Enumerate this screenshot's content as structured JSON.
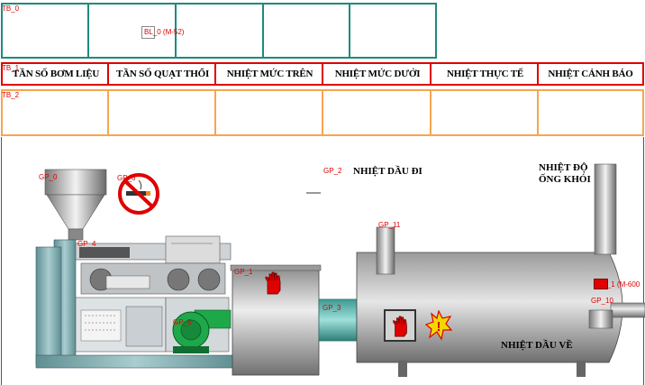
{
  "tags": {
    "tb0": "TB_0",
    "tb1": "TB_1",
    "tb2": "TB_2",
    "bl0": "BL_0 (M-52)",
    "gp0": "GP_0",
    "gp1": "GP_1",
    "gp2": "GP_2",
    "gp3": "GP_3",
    "gp4": "GP_4",
    "gp5": "GP_5",
    "gp6": "GP_6",
    "gp10": "GP_10",
    "gp11": "GP_11",
    "bl1": "BL_1 (M-600"
  },
  "header_row": [
    "TẦN SỐ BƠM LIỆU",
    "TẦN SỐ QUẠT THỔI",
    "NHIỆT MỨC TRÊN",
    "NHIỆT MỨC DƯỚI",
    "NHIỆT THỰC TẾ",
    "NHIỆT CẢNH BÁO"
  ],
  "labels": {
    "oil_out": "NHIỆT DẦU ĐI",
    "chimney_line1": "NHIỆT ĐỘ",
    "chimney_line2": "ỐNG KHÓI",
    "oil_return": "NHIỆT DẦU VỀ"
  },
  "colors": {
    "tb0_border": "#1f8a80",
    "tb1_border": "#e00000",
    "tb2_border": "#f5a650",
    "tag_text": "#e00000"
  },
  "icons": [
    "no-smoking-icon",
    "hand-stop-icon",
    "fan-motor-icon",
    "alarm-icon"
  ]
}
